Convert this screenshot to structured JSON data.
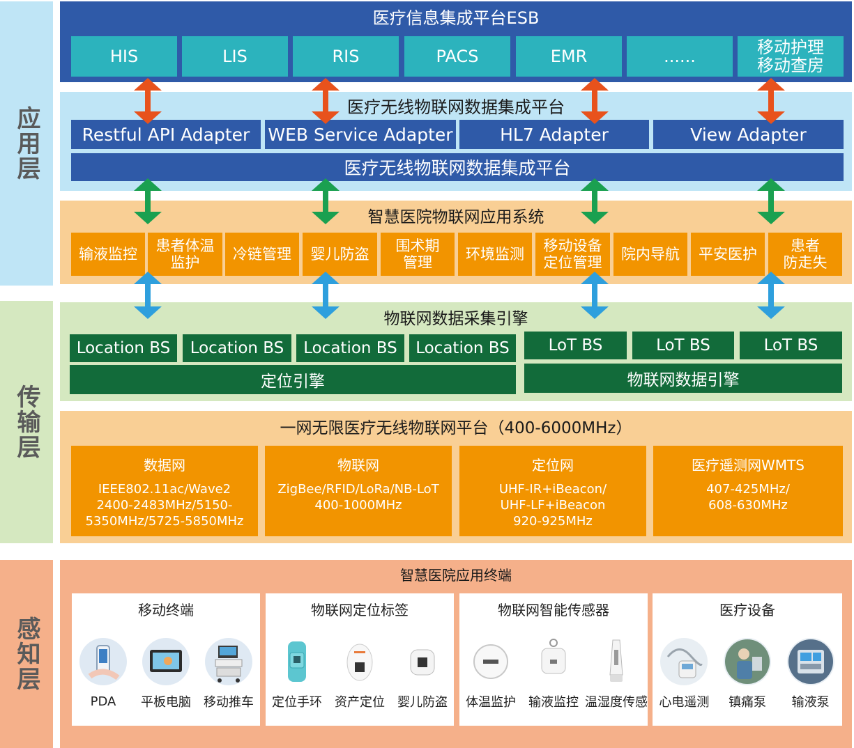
{
  "layers": {
    "app": "应用层",
    "transport": "传输层",
    "perception": "感知层"
  },
  "esb": {
    "title": "医疗信息集成平台ESB",
    "systems": [
      "HIS",
      "LIS",
      "RIS",
      "PACS",
      "EMR",
      "......",
      "移动护理\n移动查房"
    ]
  },
  "integration": {
    "title": "医疗无线物联网数据集成平台",
    "adapters": [
      "Restful API Adapter",
      "WEB Service Adapter",
      "HL7 Adapter",
      "View Adapter"
    ],
    "bar_label": "医疗无线物联网数据集成平台"
  },
  "apps": {
    "title": "智慧医院物联网应用系统",
    "items": [
      "输液监控",
      "患者体温\n监护",
      "冷链管理",
      "婴儿防盗",
      "围术期\n管理",
      "环境监测",
      "移动设备\n定位管理",
      "院内导航",
      "平安医护",
      "患者\n防走失"
    ]
  },
  "engine": {
    "title": "物联网数据采集引擎",
    "location_bs": [
      "Location BS",
      "Location BS",
      "Location BS",
      "Location BS"
    ],
    "lot_bs": [
      "LoT BS",
      "LoT BS",
      "LoT BS"
    ],
    "positioning_engine": "定位引擎",
    "iot_data_engine": "物联网数据引擎"
  },
  "network": {
    "title": "一网无限医疗无线物联网平台（400-6000MHz）",
    "boxes": [
      {
        "name": "数据网",
        "detail": "IEEE802.11ac/Wave2\n2400-2483MHz/5150-\n5350MHz/5725-5850MHz"
      },
      {
        "name": "物联网",
        "detail": "ZigBee/RFID/LoRa/NB-LoT\n400-1000MHz"
      },
      {
        "name": "定位网",
        "detail": "UHF-IR+iBeacon/\nUHF-LF+iBeacon\n920-925MHz"
      },
      {
        "name": "医疗遥测网WMTS",
        "detail": "407-425MHz/\n608-630MHz"
      }
    ]
  },
  "terminals": {
    "title": "智慧医院应用终端",
    "groups": [
      {
        "title": "移动终端",
        "items": [
          "PDA",
          "平板电脑",
          "移动推车"
        ]
      },
      {
        "title": "物联网定位标签",
        "items": [
          "定位手环",
          "资产定位",
          "婴儿防盗"
        ]
      },
      {
        "title": "物联网智能传感器",
        "items": [
          "体温监护",
          "输液监控",
          "温湿度传感"
        ]
      },
      {
        "title": "医疗设备",
        "items": [
          "心电遥测",
          "镇痛泵",
          "输液泵"
        ]
      }
    ]
  },
  "colors": {
    "arrow_red": "#e8521c",
    "arrow_green": "#1aa050",
    "arrow_blue": "#2e9fdd"
  }
}
